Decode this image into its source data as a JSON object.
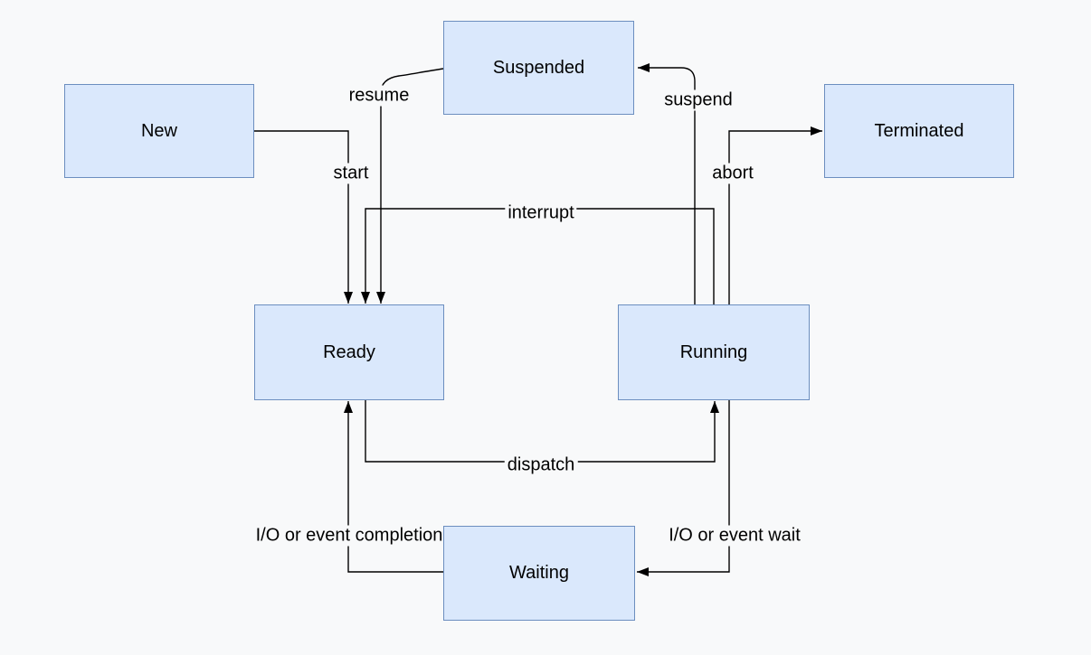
{
  "colors": {
    "background": "#f8f9fa",
    "node_fill": "#dae8fc",
    "node_border": "#6c8ebf",
    "edge": "#000000",
    "text": "#000000"
  },
  "nodes": [
    {
      "id": "new",
      "label": "New"
    },
    {
      "id": "suspended",
      "label": "Suspended"
    },
    {
      "id": "terminated",
      "label": "Terminated"
    },
    {
      "id": "ready",
      "label": "Ready"
    },
    {
      "id": "running",
      "label": "Running"
    },
    {
      "id": "waiting",
      "label": "Waiting"
    }
  ],
  "edges": [
    {
      "id": "start",
      "label": "start"
    },
    {
      "id": "resume",
      "label": "resume"
    },
    {
      "id": "suspend",
      "label": "suspend"
    },
    {
      "id": "abort",
      "label": "abort"
    },
    {
      "id": "interrupt",
      "label": "interrupt"
    },
    {
      "id": "dispatch",
      "label": "dispatch"
    },
    {
      "id": "io_wait",
      "label": "I/O or event wait"
    },
    {
      "id": "io_completion",
      "label": "I/O or event completion"
    }
  ]
}
